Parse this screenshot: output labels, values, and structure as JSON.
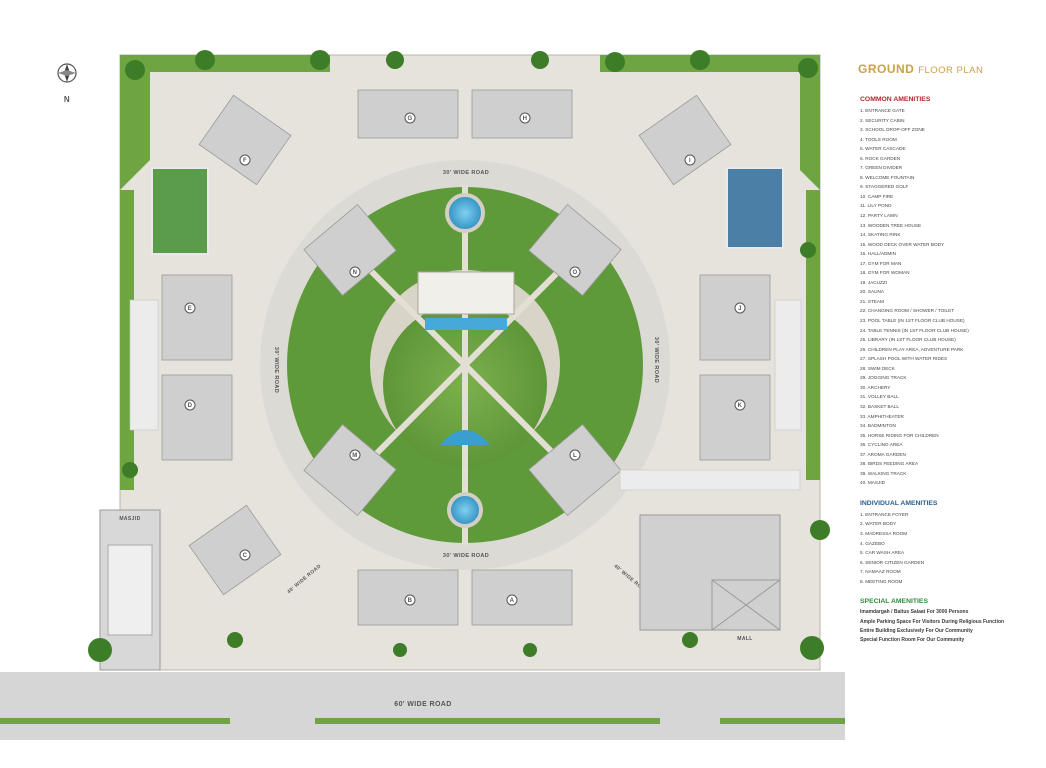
{
  "plan": {
    "title_bold": "GROUND",
    "title_light": "FLOOR PLAN",
    "compass": "N",
    "roads": {
      "main": "60' WIDE ROAD",
      "ring_top": "30' WIDE ROAD",
      "ring_left": "30' WIDE ROAD",
      "ring_right": "30' WIDE ROAD",
      "ring_bottom": "30' WIDE ROAD",
      "diag_left": "40' WIDE ROAD",
      "diag_right": "40' WIDE ROAD"
    },
    "labels": {
      "masjid": "MASJID",
      "mall": "MALL"
    },
    "blocks": [
      "A",
      "B",
      "C",
      "D",
      "E",
      "F",
      "G",
      "H",
      "I",
      "J",
      "K",
      "L",
      "M",
      "N",
      "O",
      "D"
    ]
  },
  "common_amenities": {
    "heading": "COMMON AMENITIES",
    "items": [
      "1. ENTRANCE GATE",
      "2. SECURITY CABIN",
      "3. SCHOOL DROP-OFF ZONE",
      "4. TOOLS ROOM",
      "5. WATER CASCADE",
      "6. ROCK GARDEN",
      "7. GREEN DIVIDER",
      "8. WELCOME FOUNTAIN",
      "9. STAGGERED GOLF",
      "10. CAMP FIRE",
      "11. LILY POND",
      "12. PARTY LAWN",
      "13. WOODEN TREE HOUSE",
      "14. SKATING RINK",
      "15. WOOD DECK OVER WATER BODY",
      "16. HALL/ADMIN",
      "17. GYM FOR MAN",
      "18. GYM FOR WOMAN",
      "19. JACUZZI",
      "20. SAUNA",
      "21. STEAM",
      "22. CHANGING ROOM / SHOWER / TOILET",
      "23. POOL TABLE (IN 1ST FLOOR CLUB HOUSE)",
      "24. TABLE TENNIS (IN 1ST FLOOR CLUB HOUSE)",
      "25. LIBRARY (IN 1ST FLOOR CLUB HOUSE)",
      "26. CHILDREN PLAY AREA, ADVENTURE PARK",
      "27. SPLASH POOL WITH WATER RIDES",
      "28. SWIM DECK",
      "29. JOGGING TRACK",
      "30. ARCHERY",
      "31. VOLLEY BALL",
      "32. BASKET BALL",
      "33. AMPHITHEATER",
      "34. BADMINTON",
      "35. HORSE RIDING FOR CHILDREN",
      "36. CYCLING AREA",
      "37. AROMA GARDEN",
      "38. BIRDS FEEDING AREA",
      "39. WALKING TRACK",
      "40. MASJID"
    ]
  },
  "individual_amenities": {
    "heading": "INDIVIDUAL AMENITIES",
    "items": [
      "1. ENTRANCE FOYER",
      "2. WATER BODY",
      "3. MADRESSA ROOM",
      "4. GAZEBO",
      "5. CAR WASH AREA",
      "6. SENIOR CITIZEN GARDEN",
      "7. NAMAAZ ROOM",
      "8. MEETING ROOM"
    ]
  },
  "special_amenities": {
    "heading": "SPECIAL AMENITIES",
    "items": [
      "Imamdargah / Baitus Salaat For 3000 Persons",
      "Ample Parking Space For Visitors During Religious Function",
      "Entire Building Exclusively For Our Community",
      "Special Function Room For Our Community"
    ]
  },
  "colors": {
    "lawn": "#6fa443",
    "lawn_dark": "#4f8a30",
    "road": "#d9d9d9",
    "paving": "#e4e1da",
    "water": "#3a9fd0",
    "building": "#c4c4c4",
    "accent_red": "#b5262d",
    "accent_blue": "#2a5d8f",
    "accent_green": "#2e8b3d",
    "title_gold": "#c9a24a"
  }
}
